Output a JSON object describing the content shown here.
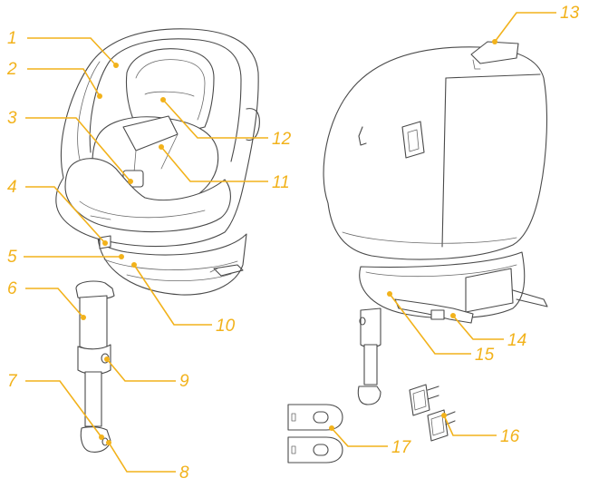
{
  "accent_color": "#f2b21b",
  "line_color": "#4a4a4a",
  "parts": [
    {
      "id": "p1",
      "label": "1"
    },
    {
      "id": "p2",
      "label": "2"
    },
    {
      "id": "p3",
      "label": "3"
    },
    {
      "id": "p4",
      "label": "4"
    },
    {
      "id": "p5",
      "label": "5"
    },
    {
      "id": "p6",
      "label": "6"
    },
    {
      "id": "p7",
      "label": "7"
    },
    {
      "id": "p8",
      "label": "8"
    },
    {
      "id": "p9",
      "label": "9"
    },
    {
      "id": "p10",
      "label": "10"
    },
    {
      "id": "p11",
      "label": "11"
    },
    {
      "id": "p12",
      "label": "12"
    },
    {
      "id": "p13",
      "label": "13"
    },
    {
      "id": "p14",
      "label": "14"
    },
    {
      "id": "p15",
      "label": "15"
    },
    {
      "id": "p16",
      "label": "16"
    },
    {
      "id": "p17",
      "label": "17"
    }
  ]
}
